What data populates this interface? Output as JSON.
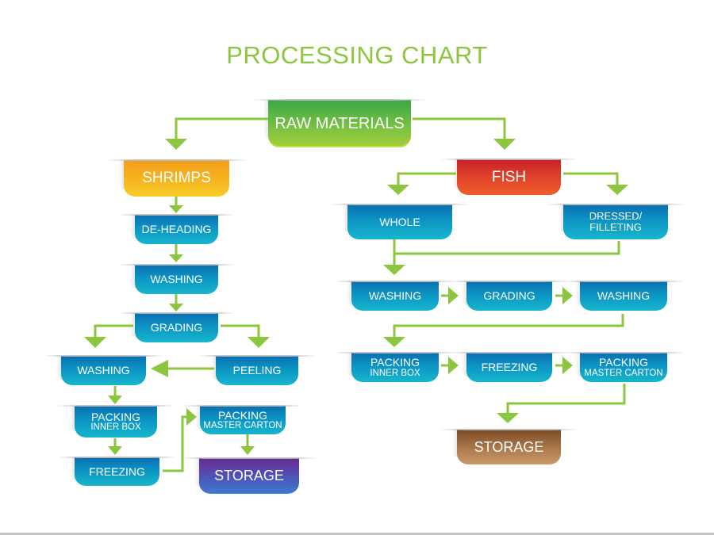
{
  "title": "PROCESSING CHART",
  "root": {
    "label": "RAW MATERIALS"
  },
  "shrimps": {
    "label": "SHRIMPS",
    "steps": {
      "de_heading": "DE-HEADING",
      "washing1": "WASHING",
      "grading": "GRADING",
      "washing2": "WASHING",
      "peeling": "PEELING",
      "packing_inner": {
        "line1": "PACKING",
        "line2": "INNER BOX"
      },
      "freezing": "FREEZING",
      "packing_master": {
        "line1": "PACKING",
        "line2": "MASTER CARTON"
      },
      "storage": "STORAGE"
    }
  },
  "fish": {
    "label": "FISH",
    "steps": {
      "whole": "WHOLE",
      "dressed": {
        "line1": "DRESSED/",
        "line2": "FILLETING"
      },
      "washing1": "WASHING",
      "grading": "GRADING",
      "washing2": "WASHING",
      "packing_inner": {
        "line1": "PACKING",
        "line2": "INNER BOX"
      },
      "freezing": "FREEZING",
      "packing_master": {
        "line1": "PACKING",
        "line2": "MASTER CARTON"
      },
      "storage": "STORAGE"
    }
  },
  "colors": {
    "arrow": "#8cc63f",
    "title": "#8cc63f",
    "process": "#0c94c4",
    "root": "#7cc242",
    "shrimps": "#f6b820",
    "fish": "#e2452a",
    "shrimp_storage": "#4b56b8",
    "fish_storage": "#a9764a"
  }
}
